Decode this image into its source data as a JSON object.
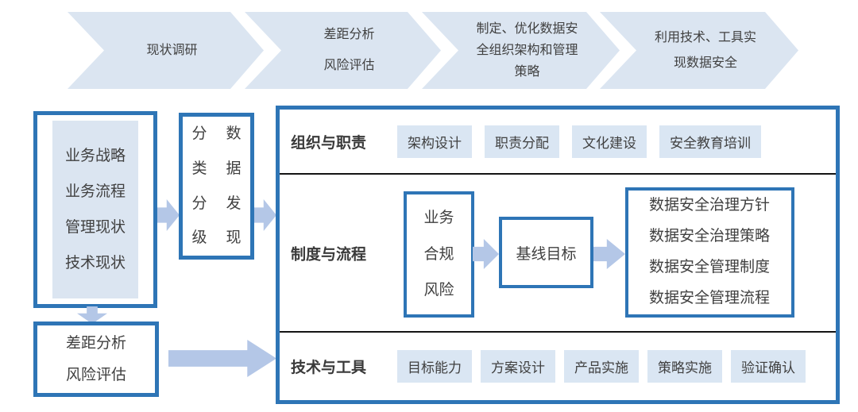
{
  "colors": {
    "border": "#2e75b6",
    "light": "#dbe5f1",
    "tag": "#dae6f3",
    "arrow": "#b4c7e7",
    "text": "#404040",
    "label": "#3a3a3a",
    "divider": "#141414"
  },
  "process_steps": [
    {
      "label": "现状调研"
    },
    {
      "label": "差距分析\n风险评估"
    },
    {
      "label": "制定、优化数据安\n全组织架构和管理\n策略"
    },
    {
      "label": "利用技术、工具实\n现数据安全"
    }
  ],
  "left": {
    "current_state_box": {
      "lines": "业务战略\n业务流程\n管理现状\n技术现状"
    },
    "classification_box": {
      "col_left": "分\n类\n分\n级",
      "col_right": "数\n据\n发\n现"
    },
    "gap_box": {
      "lines": "差距分析\n风险评估"
    }
  },
  "main": {
    "rows": [
      {
        "label": "组织与职责",
        "tags": [
          "架构设计",
          "职责分配",
          "文化建设",
          "安全教育培训"
        ]
      },
      {
        "label": "制度与流程",
        "compliance_box": "业务\n合规\n风险",
        "baseline_box": "基线目标",
        "policies_box": "数据安全治理方针\n数据安全治理策略\n数据安全管理制度\n数据安全管理流程"
      },
      {
        "label": "技术与工具",
        "tags": [
          "目标能力",
          "方案设计",
          "产品实施",
          "策略实施",
          "验证确认"
        ]
      }
    ]
  }
}
